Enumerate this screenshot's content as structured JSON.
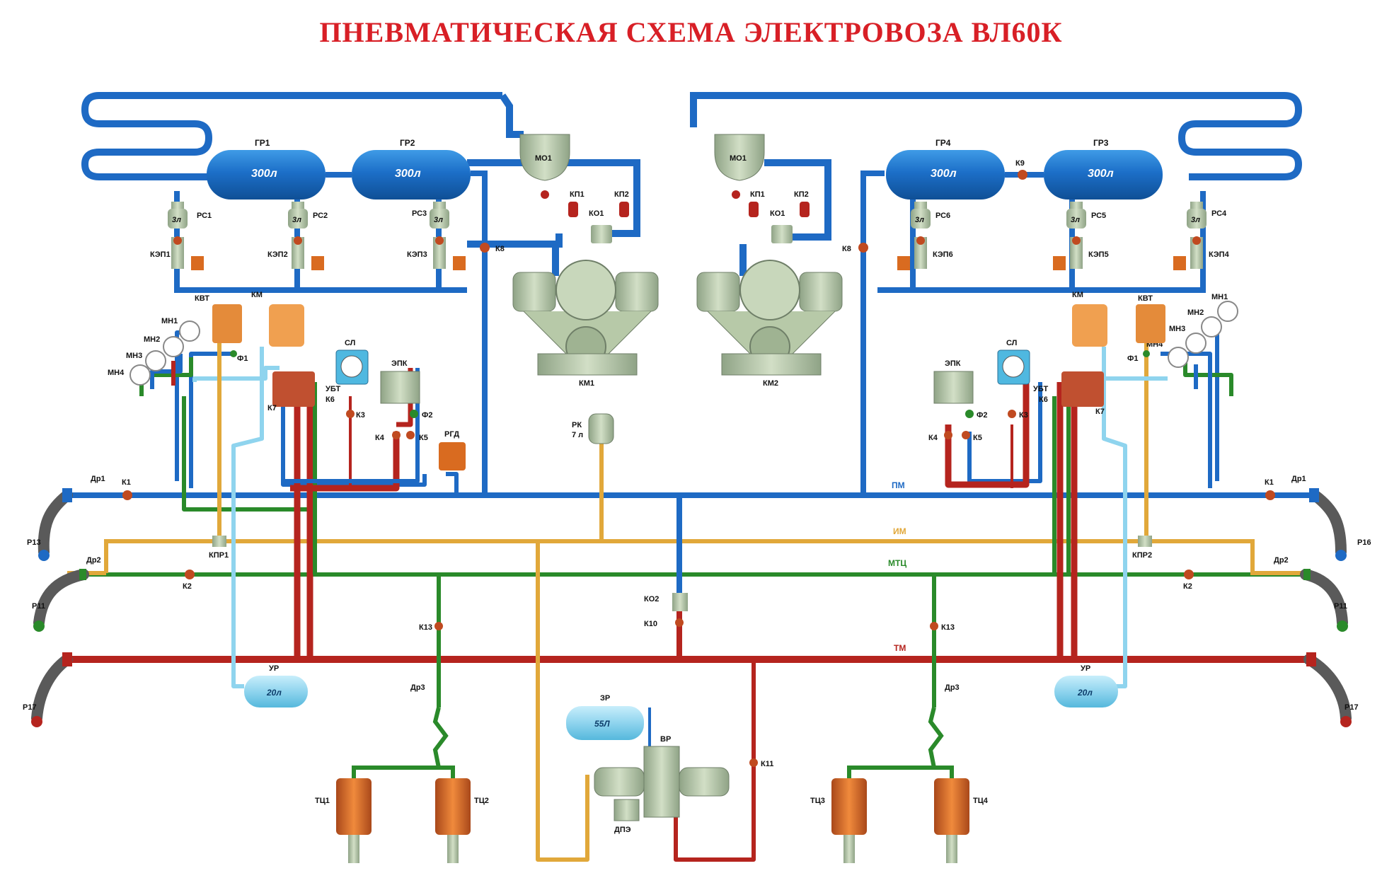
{
  "title": "ПНЕВМАТИЧЕСКАЯ СХЕМА ЭЛЕКТРОВОЗА ВЛ60К",
  "colors": {
    "title": "#d81f26",
    "pm": "#1e6ac4",
    "tm": "#b5241e",
    "ym": "#e1a83a",
    "mtc": "#2a8a2a",
    "ur": "#8fd4ee",
    "component": "#b7c9a8",
    "tank": "#1c6fc8",
    "cylinder": "#d96b20",
    "text": "#111111"
  },
  "lines": {
    "pm": "ПМ",
    "ym": "ИМ",
    "mtc": "МТЦ",
    "tm": "ТМ"
  },
  "tanks": {
    "gr1": {
      "name": "ГР1",
      "volume": "300л"
    },
    "gr2": {
      "name": "ГР2",
      "volume": "300л"
    },
    "gr3": {
      "name": "ГР3",
      "volume": "300л"
    },
    "gr4": {
      "name": "ГР4",
      "volume": "300л"
    },
    "ur_left": {
      "name": "УР",
      "volume": "20л"
    },
    "ur_right": {
      "name": "УР",
      "volume": "20л"
    },
    "zr": {
      "name": "ЗР",
      "volume": "55Л"
    },
    "rk": {
      "name": "РК",
      "volume": "7 л"
    }
  },
  "rs_volume": "3л",
  "labels": {
    "mo1": "МО1",
    "ko1": "КО1",
    "kp1": "КП1",
    "kp2": "КП2",
    "km1": "КМ1",
    "km2": "КМ2",
    "rs1": "РС1",
    "rs2": "РС2",
    "rs3": "РС3",
    "rs4": "РС4",
    "rs5": "РС5",
    "rs6": "РС6",
    "kep1": "КЭП1",
    "kep2": "КЭП2",
    "kep3": "КЭП3",
    "kep4": "КЭП4",
    "kep5": "КЭП5",
    "kep6": "КЭП6",
    "k1": "К1",
    "k2": "К2",
    "k3": "К3",
    "k4": "К4",
    "k5": "К5",
    "k6": "К6",
    "k7": "К7",
    "k8": "К8",
    "k9": "К9",
    "k10": "К10",
    "k11": "К11",
    "k13": "К13",
    "kvt": "КВТ",
    "km": "КМ",
    "mn1": "МН1",
    "mn2": "МН2",
    "mn3": "МН3",
    "mn4": "МН4",
    "f1": "Ф1",
    "f2": "Ф2",
    "sl": "СЛ",
    "epk": "ЭПК",
    "ubt": "УБТ",
    "rgd": "РГД",
    "dr1": "Др1",
    "dr2": "Др2",
    "dr3": "Др3",
    "r11": "Р11",
    "r13": "Р13",
    "r16": "Р16",
    "r17": "Р17",
    "kpr1": "КПР1",
    "kpr2": "КПР2",
    "ko2": "КО2",
    "vr": "ВР",
    "dpe": "ДПЭ",
    "tc1": "ТЦ1",
    "tc2": "ТЦ2",
    "tc3": "ТЦ3",
    "tc4": "ТЦ4"
  }
}
